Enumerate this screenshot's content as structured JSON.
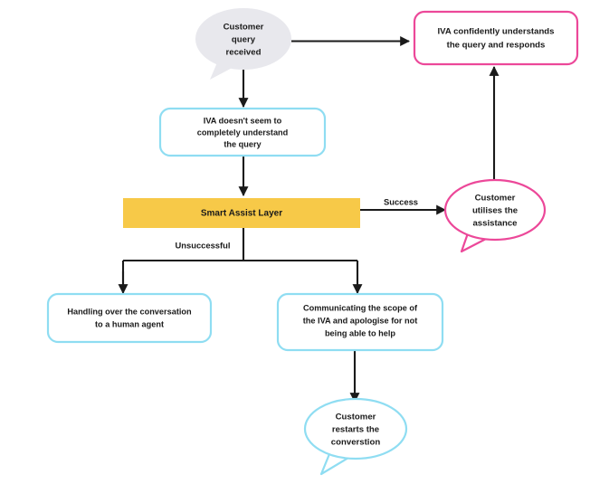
{
  "diagram": {
    "title": "IVA Smart Assist Layer flow",
    "background_color": "#ffffff",
    "colors": {
      "gray_bubble_fill": "#E8E8ED",
      "pink_stroke": "#EC4899",
      "cyan_stroke": "#8FDDF2",
      "yellow_fill": "#F7C948",
      "connector": "#1a1a1a",
      "text": "#1a1a1a"
    }
  },
  "nodes": {
    "customer_query": {
      "shape": "speech-bubble-ellipse",
      "style": "gray-filled",
      "lines": [
        "Customer",
        "query",
        "received"
      ]
    },
    "iva_confident": {
      "shape": "rounded-rect",
      "style": "pink-outline",
      "lines": [
        "IVA confidently understands",
        "the query and responds"
      ]
    },
    "iva_not_understand": {
      "shape": "rounded-rect",
      "style": "cyan-outline",
      "lines": [
        "IVA doesn't seem to",
        "completely understand",
        "the query"
      ]
    },
    "smart_assist_layer": {
      "shape": "rect",
      "style": "yellow-filled",
      "lines": [
        "Smart Assist Layer"
      ]
    },
    "customer_utilises": {
      "shape": "speech-bubble-ellipse",
      "style": "pink-outline",
      "lines": [
        "Customer",
        "utilises the",
        "assistance"
      ]
    },
    "handover_human": {
      "shape": "rounded-rect",
      "style": "cyan-outline",
      "lines": [
        "Handling over the conversation",
        "to a human agent"
      ]
    },
    "communicate_scope": {
      "shape": "rounded-rect",
      "style": "cyan-outline",
      "lines": [
        "Communicating the scope of",
        "the IVA and apologise for not",
        "being able to help"
      ]
    },
    "customer_restarts": {
      "shape": "speech-bubble-ellipse",
      "style": "cyan-outline",
      "lines": [
        "Customer",
        "restarts the",
        "converstion"
      ]
    }
  },
  "edge_labels": {
    "success": "Success",
    "unsuccessful": "Unsuccessful"
  }
}
